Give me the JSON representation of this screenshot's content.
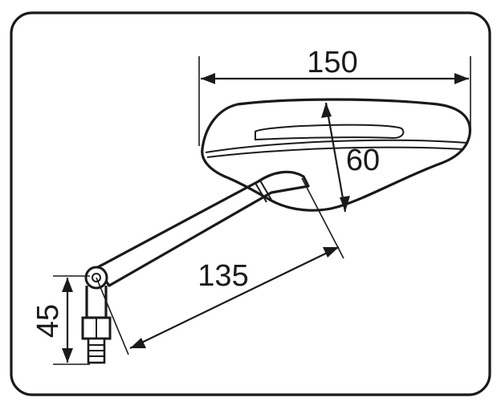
{
  "dimensions": {
    "width_label": "150",
    "height_label": "60",
    "arm_length_label": "135",
    "mount_height_label": "45"
  }
}
